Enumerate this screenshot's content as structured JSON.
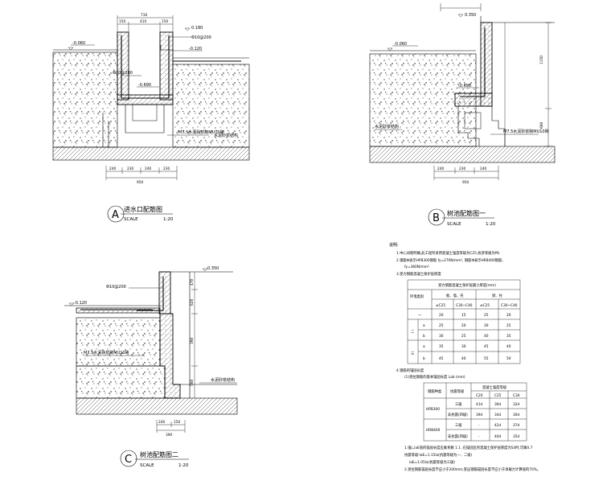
{
  "detailA": {
    "letter": "A",
    "title": "进水口配筋图",
    "scale_word": "SCALE",
    "scale": "1:20",
    "top_dims": [
      "710",
      "150",
      "410",
      "150"
    ],
    "bottom_dims": [
      "240",
      "230",
      "240",
      "230"
    ],
    "bottom_total": "950",
    "el_left": "-0.060",
    "el_top_right": "0.180",
    "el_mid_right": "-0.120",
    "el_bottom": "-0.690",
    "rebar": "Φ10@200",
    "rebar_side": "Φ10@200",
    "mortar": "M7.5水泥砂浆砌MU10砖",
    "struct_label": "水泥砂浆结构"
  },
  "detailB": {
    "letter": "B",
    "title": "树池配筋图一",
    "scale_word": "SCALE",
    "scale": "1:20",
    "el_top": "0.350",
    "el_left": "-0.060",
    "el_bottom": "-0.690",
    "dim_right": "1150",
    "dim_right2": "660",
    "bottom_dims": [
      "240",
      "230",
      "240"
    ],
    "bottom_total": "950",
    "mortar": "M7.5水泥砂浆砌MU10砖",
    "struct_label": "水泥砂浆结构"
  },
  "detailC": {
    "letter": "C",
    "title": "树池配筋图二",
    "scale_word": "SCALE",
    "scale": "1:20",
    "el_top": "0.350",
    "el_left": "-0.120",
    "rebar": "Φ10@200",
    "mortar": "M7.5水泥砂浆砌MU10砖",
    "struct_label": "水泥砂浆结构",
    "dims_right": [
      "470",
      "620",
      "390",
      "560"
    ],
    "bottom_dims": [
      "240",
      "150"
    ],
    "bottom_total": "390"
  },
  "notes": {
    "heading": "说明:",
    "item1": "1.中心间距明确,此工程所采用混凝土强度等级为C25,抗渗等级为P6.",
    "item2a": "2.钢筋Φ表示HPB300钢筋 fy=270N/mm², 钢筋Φ表示HRB400钢筋,",
    "item2b": "fy=360N/mm².",
    "item3": "3.受力钢筋混凝土保护层厚度",
    "item4": "4.钢筋的锚固长度",
    "item4_sub": "(1)受拉钢筋的基本锚固长度 Lab (mm)",
    "foot1": "1.强L,laE值的锚固长度应乘系数 1.1 ,在锚固区的混凝土保护层厚度为5d时,可乘0.7",
    "foot2": "抗震等级:laE=1.15la(抗震等级为一、二级)",
    "foot3": "laE=1.05la(抗震等级为三级)",
    "foot4": "2.受拉钢筋锚固长度不应小于200mm,受压钢筋锚固长度不应小于承载力计算值的70%。",
    "table1": {
      "title": "受力钢筋混凝土保护层最小厚度(mm)",
      "head_env": "环境类别",
      "head_group1": "板、墙、壳",
      "head_group2": "梁、柱",
      "head_sub": [
        "≤C25",
        "C30~C40",
        "≤C25",
        "C30~C40"
      ],
      "rows": [
        [
          "一",
          "",
          "20",
          "15",
          "25",
          "20"
        ],
        [
          "二",
          "a",
          "25",
          "20",
          "30",
          "25"
        ],
        [
          "",
          "b",
          "30",
          "25",
          "40",
          "35"
        ],
        [
          "三",
          "a",
          "35",
          "30",
          "45",
          "40"
        ],
        [
          "",
          "b",
          "45",
          "40",
          "55",
          "50"
        ]
      ]
    },
    "table2": {
      "head_type": "钢筋种类",
      "head_grade": "抗震等级",
      "head_conc": "混凝土强度等级",
      "head_sub": [
        "C20",
        "C25",
        "C30"
      ],
      "rows": [
        [
          "HPB300",
          "三级",
          "41d",
          "36d",
          "32d"
        ],
        [
          "",
          "非抗震(四级)",
          "39d",
          "34d",
          "30d"
        ],
        [
          "HRB400",
          "三级",
          "-",
          "42d",
          "37d"
        ],
        [
          "",
          "非抗震(四级)",
          "-",
          "40d",
          "35d"
        ]
      ]
    }
  }
}
